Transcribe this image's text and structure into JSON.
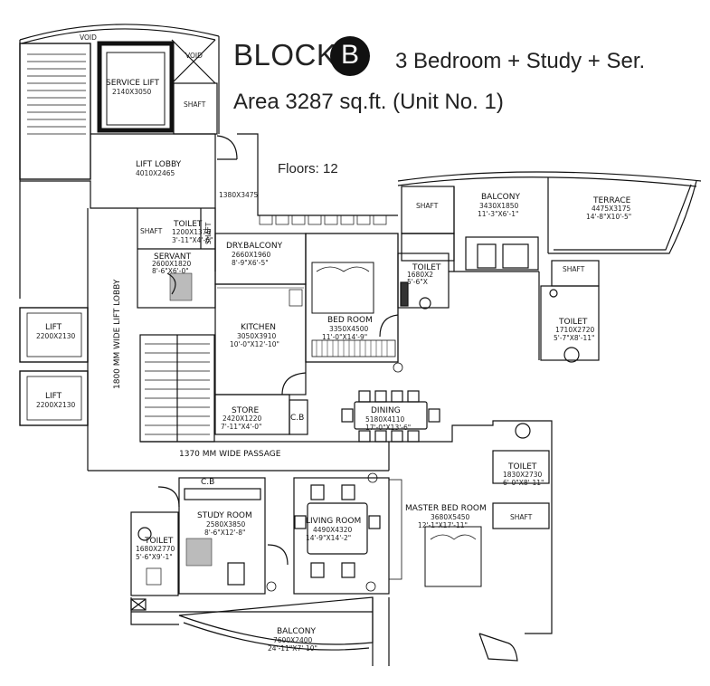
{
  "header": {
    "block_word": "BLOCK",
    "block_letter": "B",
    "config": "3 Bedroom + Study + Ser.",
    "area": "Area 3287 sq.ft. (Unit No. 1)",
    "floors": "Floors: 12"
  },
  "labels": {
    "void1": "VOID",
    "void2": "VOID",
    "service_lift": "SERVICE LIFT",
    "service_lift_dim": "2140X3050",
    "shaft_top": "SHAFT",
    "lift_lobby": "LIFT LOBBY",
    "lift_lobby_dim": "4010X2465",
    "dim_1380": "1380X3475",
    "toilet_servant": "TOILET",
    "toilet_servant_dim": "1200X1370",
    "toilet_servant_ft": "3'-11\"X4'-6\"",
    "shaft_servant": "SHAFT",
    "shaft_vert": "SHAFT",
    "servant": "SERVANT",
    "servant_dim": "2600X1820",
    "servant_ft": "8'-6\"X6'-0\"",
    "dry_balcony": "DRY.BALCONY",
    "dry_balcony_dim": "2660X1960",
    "dry_balcony_ft": "8'-9\"X6'-5\"",
    "lift1": "LIFT",
    "lift1_dim": "2200X2130",
    "lift2": "LIFT",
    "lift2_dim": "2200X2130",
    "lift_lobby_wide": "1800 MM WIDE LIFT LOBBY",
    "kitchen": "KITCHEN",
    "kitchen_dim": "3050X3910",
    "kitchen_ft": "10'-0\"X12'-10\"",
    "store": "STORE",
    "store_dim": "2420X1220",
    "store_ft": "7'-11\"X4'-0\"",
    "cb1": "C.B",
    "passage": "1370 MM WIDE PASSAGE",
    "shaft_bal": "SHAFT",
    "balcony_top": "BALCONY",
    "balcony_top_dim": "3430X1850",
    "balcony_top_ft": "11'-3\"X6'-1\"",
    "terrace": "TERRACE",
    "terrace_dim": "4475X3175",
    "terrace_ft": "14'-8\"X10'-5\"",
    "toilet_bed": "TOILET",
    "toilet_bed_dim": "1680X2",
    "toilet_bed_ft": "5'-6\"X",
    "bedroom": "BED ROOM",
    "bedroom_dim": "3350X4500",
    "bedroom_ft": "11'-0\"X14'-9\"",
    "shaft_right": "SHAFT",
    "toilet_right": "TOILET",
    "toilet_right_dim": "1710X2720",
    "toilet_right_ft": "5'-7\"X8'-11\"",
    "dining": "DINING",
    "dining_dim": "5180X4110",
    "dining_ft": "17'-0\"X13'-6\"",
    "toilet_master": "TOILET",
    "toilet_master_dim": "1830X2730",
    "toilet_master_ft": "6'-0\"X8'-11\"",
    "shaft_master": "SHAFT",
    "cb2": "C.B",
    "study": "STUDY ROOM",
    "study_dim": "2580X3850",
    "study_ft": "8'-6\"X12'-8\"",
    "living": "LIVING ROOM",
    "living_dim": "4490X4320",
    "living_ft": "14'-9\"X14'-2\"",
    "master": "MASTER BED ROOM",
    "master_dim": "3680X5450",
    "master_ft": "12'-1\"X17'-11\"",
    "toilet_study": "TOILET",
    "toilet_study_dim": "1680X2770",
    "toilet_study_ft": "5'-6\"X9'-1\"",
    "balcony_bottom": "BALCONY",
    "balcony_bottom_dim": "7600X2400",
    "balcony_bottom_ft": "24'-11\"X7'-10\""
  }
}
